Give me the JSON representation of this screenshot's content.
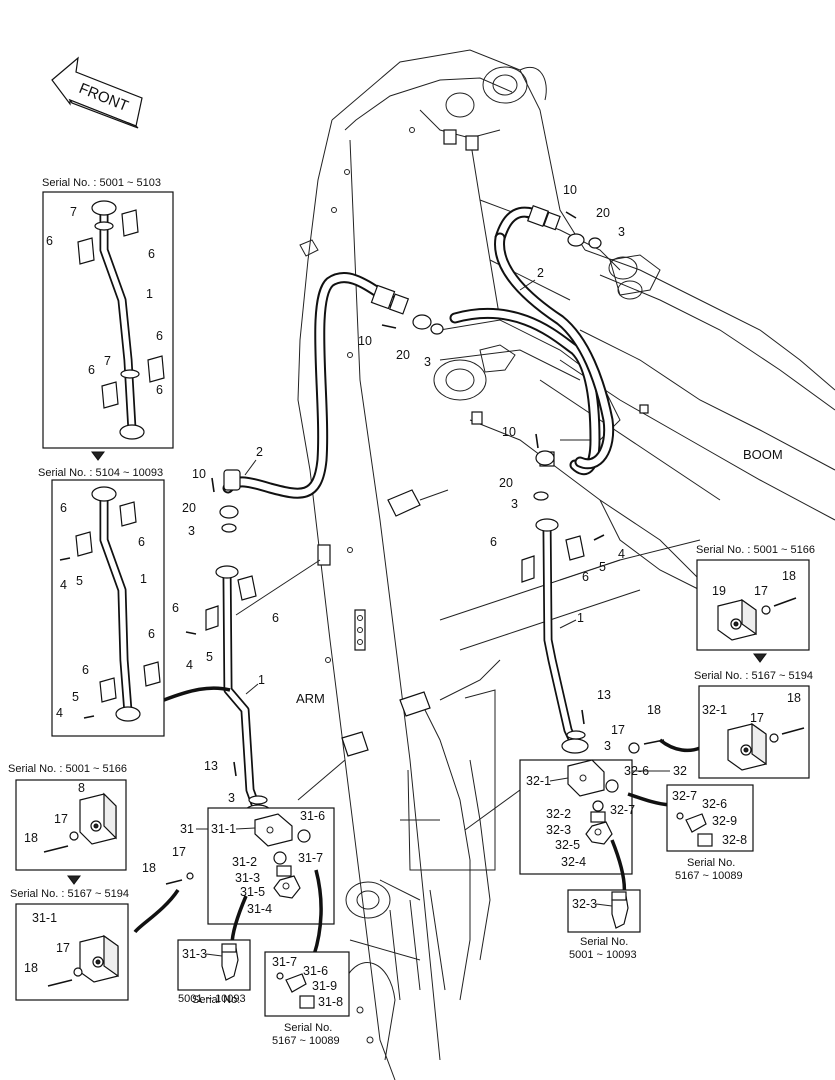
{
  "labels": {
    "front": "FRONT",
    "boom": "BOOM",
    "arm": "ARM"
  },
  "serials": {
    "s_5001_5103": "Serial No. : 5001 ~ 5103",
    "s_5104_10093": "Serial No. : 5104 ~ 10093",
    "s_5001_5166_right": "Serial No. : 5001 ~ 5166",
    "s_5167_5194_right": "Serial No. : 5167 ~ 5194",
    "s_5001_5166_left": "Serial No. : 5001 ~ 5166",
    "s_5167_5194_left": "Serial No. : 5167 ~ 5194",
    "s_5001_10093_a_line1": "Serial No.",
    "s_5001_10093_a_line2": "5001 ~ 10093",
    "s_5167_10089_a_line1": "Serial No.",
    "s_5167_10089_a_line2": "5167 ~ 10089",
    "s_5001_10093_b_line1": "Serial No.",
    "s_5001_10093_b_line2": "5001 ~ 10093",
    "s_5167_10089_b_line1": "Serial No.",
    "s_5167_10089_b_line2": "5167 ~ 10089"
  },
  "callouts": {
    "box1_7a": "7",
    "box1_6a": "6",
    "box1_6b": "6",
    "box1_1": "1",
    "box1_6c": "6",
    "box1_7b": "7",
    "box1_6d": "6",
    "box1_6e": "6",
    "box2_6a": "6",
    "box2_6b": "6",
    "box2_4a": "4",
    "box2_5a": "5",
    "box2_1": "1",
    "box2_6c": "6",
    "box2_6d": "6",
    "box2_5b": "5",
    "box2_4b": "4",
    "top_10": "10",
    "top_20": "20",
    "top_3": "3",
    "top_2": "2",
    "mid_10": "10",
    "mid_20": "20",
    "mid_3": "3",
    "lh_10": "10",
    "lh_2": "2",
    "lh_20": "20",
    "lh_3": "3",
    "lp_6a": "6",
    "lp_6b": "6",
    "lp_4": "4",
    "lp_5": "5",
    "lp_1": "1",
    "lp_13": "13",
    "lp_3": "3",
    "rh_10": "10",
    "rh_20": "20",
    "rh_3": "3",
    "rp_6a": "6",
    "rp_6b": "6",
    "rp_5": "5",
    "rp_4": "4",
    "rp_1": "1",
    "rp_13": "13",
    "rp_3": "3",
    "lv_31": "31",
    "lv_31_1": "31-1",
    "lv_31_6": "31-6",
    "lv_31_2": "31-2",
    "lv_31_7": "31-7",
    "lv_31_3": "31-3",
    "lv_31_5": "31-5",
    "lv_31_4": "31-4",
    "lv_18": "18",
    "lv_17": "17",
    "rv_17": "17",
    "rv_18": "18",
    "rv_32_1": "32-1",
    "rv_32_6": "32-6",
    "rv_32": "32",
    "rv_32_7": "32-7",
    "rv_32_2": "32-2",
    "rv_32_3": "32-3",
    "rv_32_5": "32-5",
    "rv_32_4": "32-4",
    "sb1_8": "8",
    "sb1_17": "17",
    "sb1_18": "18",
    "sb2_31_1": "31-1",
    "sb2_17": "17",
    "sb2_18": "18",
    "sb3_19": "19",
    "sb3_17": "17",
    "sb3_18": "18",
    "sb4_32_1": "32-1",
    "sb4_17": "17",
    "sb4_18": "18",
    "sb5_31_3": "31-3",
    "sb6_31_7": "31-7",
    "sb6_31_6": "31-6",
    "sb6_31_9": "31-9",
    "sb6_31_8": "31-8",
    "sb7_32_3": "32-3",
    "sb8_32_7": "32-7",
    "sb8_32_6": "32-6",
    "sb8_32_9": "32-9",
    "sb8_32_8": "32-8"
  }
}
